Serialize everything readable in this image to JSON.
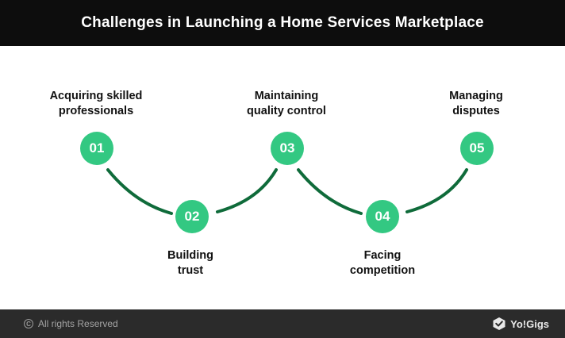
{
  "header": {
    "title": "Challenges in Launching a Home Services Marketplace"
  },
  "steps": [
    {
      "number": "01",
      "label_line1": "Acquiring skilled",
      "label_line2": "professionals",
      "position": "top"
    },
    {
      "number": "02",
      "label_line1": "Building",
      "label_line2": "trust",
      "position": "bottom"
    },
    {
      "number": "03",
      "label_line1": "Maintaining",
      "label_line2": "quality control",
      "position": "top"
    },
    {
      "number": "04",
      "label_line1": "Facing",
      "label_line2": "competition",
      "position": "bottom"
    },
    {
      "number": "05",
      "label_line1": "Managing",
      "label_line2": "disputes",
      "position": "top"
    }
  ],
  "footer": {
    "copyright_icon": "copyright-icon",
    "copyright_text": "All rights Reserved",
    "brand_icon": "yogigs-logo-icon",
    "brand_name": "Yo!Gigs"
  },
  "colors": {
    "header_bg": "#0d0d0d",
    "circle_fill": "#33c882",
    "connector": "#0f6b3a",
    "footer_bg": "#2b2b2b"
  }
}
